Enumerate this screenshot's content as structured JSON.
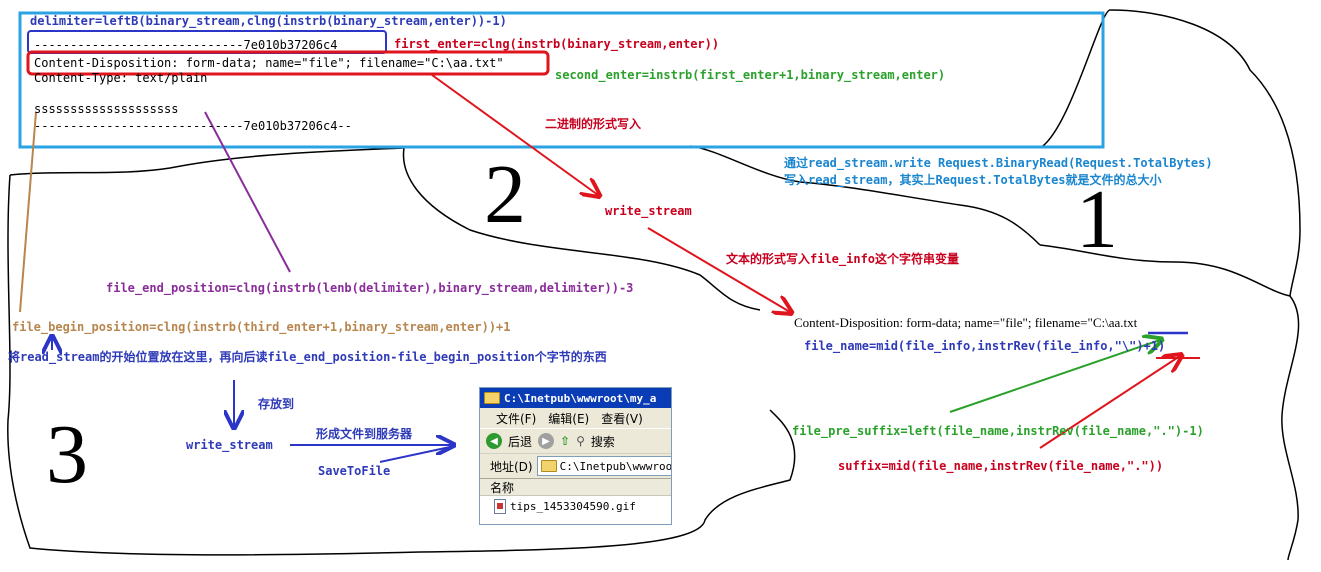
{
  "colors": {
    "blue_text": "#2e3ab8",
    "red_text": "#c8001e",
    "green_text": "#2aa12a",
    "cyan_text": "#1a86cf",
    "purple_text": "#8a2c9a",
    "brown_text": "#b8864e",
    "black_text": "#000000",
    "box_cyan": "#29a3e3",
    "box_blue": "#2b35c8",
    "box_red": "#e0141c"
  },
  "request_box": {
    "delimiter_formula": "delimiter=leftB(binary_stream,clng(instrb(binary_stream,enter))-1)",
    "boundary_line": "-----------------------------7e010b37206c4",
    "first_enter": "first_enter=clng(instrb(binary_stream,enter))",
    "content_disposition": "Content-Disposition: form-data; name=\"file\"; filename=\"C:\\aa.txt\"",
    "second_enter": "second_enter=instrb(first_enter+1,binary_stream,enter)",
    "content_type": "Content-Type: text/plain",
    "body_text": "ssssssssssssssssssss",
    "end_boundary": "-----------------------------7e010b37206c4--"
  },
  "binary_write": "二进制的形式写入",
  "step_numbers": {
    "one": "1",
    "two": "2",
    "three": "3"
  },
  "region1": {
    "line1": "通过read_stream.write Request.BinaryRead(Request.TotalBytes)",
    "line2": "写入read_stream，其实上Request.TotalBytes就是文件的总大小"
  },
  "write_stream_center": "write_stream",
  "text_write": "文本的形式写入file_info这个字符串变量",
  "file_info_text": "Content-Disposition: form-data; name=\"file\"; filename=\"C:\\aa.txt",
  "file_name_formula": "file_name=mid(file_info,instrRev(file_info,\"\\\")+1)",
  "file_pre_suffix": "file_pre_suffix=left(file_name,instrRev(file_name,\".\")-1)",
  "suffix": "suffix=mid(file_name,instrRev(file_name,\".\"))",
  "file_end_position": "file_end_position=clng(instrb(lenb(delimiter),binary_stream,delimiter))-3",
  "file_begin_position": "file_begin_position=clng(instrb(third_enter+1,binary_stream,enter))+1",
  "read_stream_note": "将read_stream的开始位置放在这里，再向后读file_end_position-file_begin_position个字节的东西",
  "store_to": "存放到",
  "write_stream_bottom": "write_stream",
  "form_file_to_server": "形成文件到服务器",
  "save_to_file": "SaveToFile",
  "explorer": {
    "title": "C:\\Inetpub\\wwwroot\\my_a",
    "menu": [
      "文件(F)",
      "编辑(E)",
      "查看(V)"
    ],
    "back_label": "后退",
    "search_label": "搜索",
    "address_label": "地址(D)",
    "address_value": "C:\\Inetpub\\wwwroot\\",
    "column_name": "名称",
    "file_name": "tips_1453304590.gif"
  }
}
